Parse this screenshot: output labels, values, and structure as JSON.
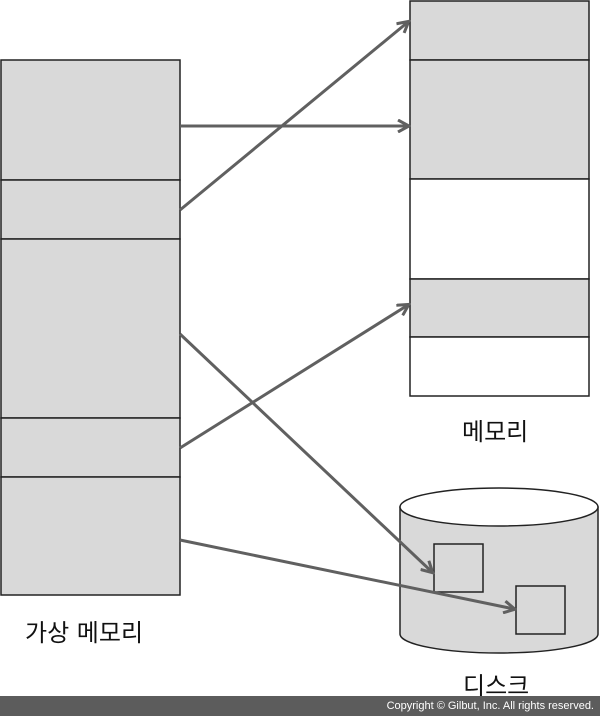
{
  "labels": {
    "virtual_memory": "가상 메모리",
    "memory": "메모리",
    "disk": "디스크"
  },
  "footer": {
    "copyright": "Copyright © Gilbut, Inc. All rights reserved."
  },
  "colors": {
    "page_filled": "#d9d9d9",
    "page_empty": "#ffffff",
    "stroke": "#222222",
    "arrow": "#606060",
    "footer_bg": "#5c5c5c"
  }
}
